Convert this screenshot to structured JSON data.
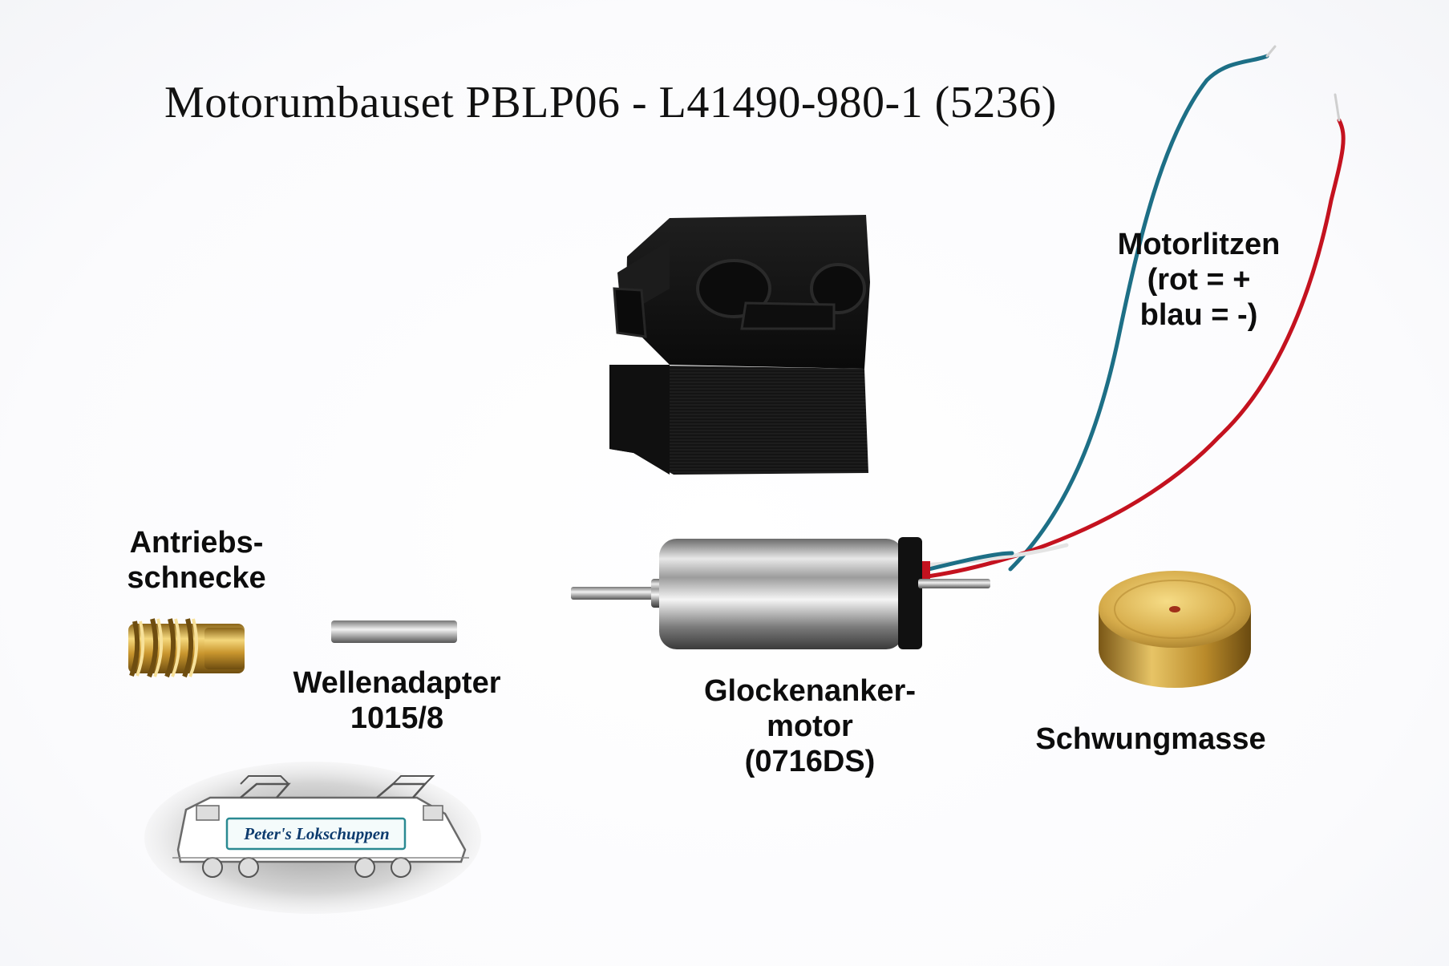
{
  "title": "Motorumbauset PBLP06 - L41490-980-1 (5236)",
  "labels": {
    "antriebsschnecke": [
      "Antriebs-",
      "schnecke"
    ],
    "wellenadapter": [
      "Wellenadapter",
      "1015/8"
    ],
    "glockenanker": [
      "Glockenanker-",
      "motor",
      "(0716DS)"
    ],
    "schwungmasse": [
      "Schwungmasse"
    ],
    "motorlitzen": [
      "Motorlitzen",
      "(rot = +",
      "blau = -)"
    ]
  },
  "logo": {
    "text": "Peter's Lokschuppen"
  },
  "colors": {
    "wire_red": "#c4121f",
    "wire_blue": "#1d6f86",
    "wire_white": "#e6e6e6",
    "brass": "#d9b24a",
    "housing": "#141414"
  }
}
